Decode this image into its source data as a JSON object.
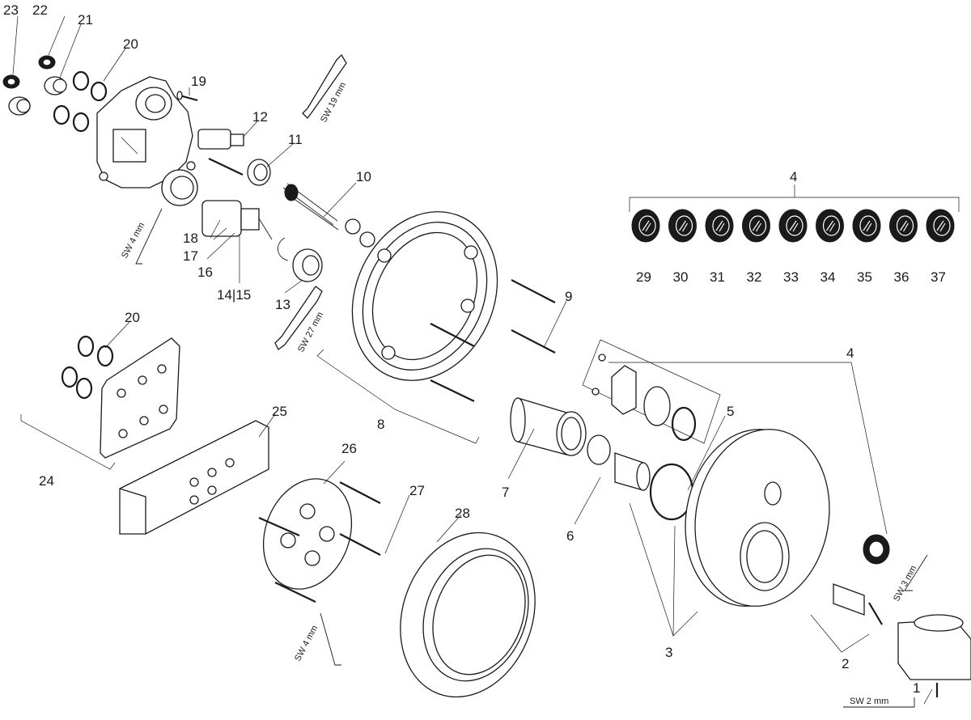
{
  "labels": {
    "p1": "1",
    "p2": "2",
    "p3": "3",
    "p4a": "4",
    "p4b": "4",
    "p5": "5",
    "p6": "6",
    "p7": "7",
    "p8": "8",
    "p9": "9",
    "p10": "10",
    "p11": "11",
    "p12": "12",
    "p13": "13",
    "p1415": "14|15",
    "p16": "16",
    "p17": "17",
    "p18": "18",
    "p19": "19",
    "p20a": "20",
    "p20b": "20",
    "p21": "21",
    "p22": "22",
    "p23": "23",
    "p24": "24",
    "p25": "25",
    "p26": "26",
    "p27": "27",
    "p28": "28",
    "p29": "29",
    "p30": "30",
    "p31": "31",
    "p32": "32",
    "p33": "33",
    "p34": "34",
    "p35": "35",
    "p36": "36",
    "p37": "37"
  },
  "tools": {
    "sw19": "SW 19 mm",
    "sw27": "SW 27 mm",
    "sw4a": "SW 4 mm",
    "sw4b": "SW 4 mm",
    "sw3": "SW 3 mm",
    "sw2": "SW 2 mm"
  },
  "colors": {
    "ink": "#1a1a1a",
    "paper": "#ffffff"
  }
}
